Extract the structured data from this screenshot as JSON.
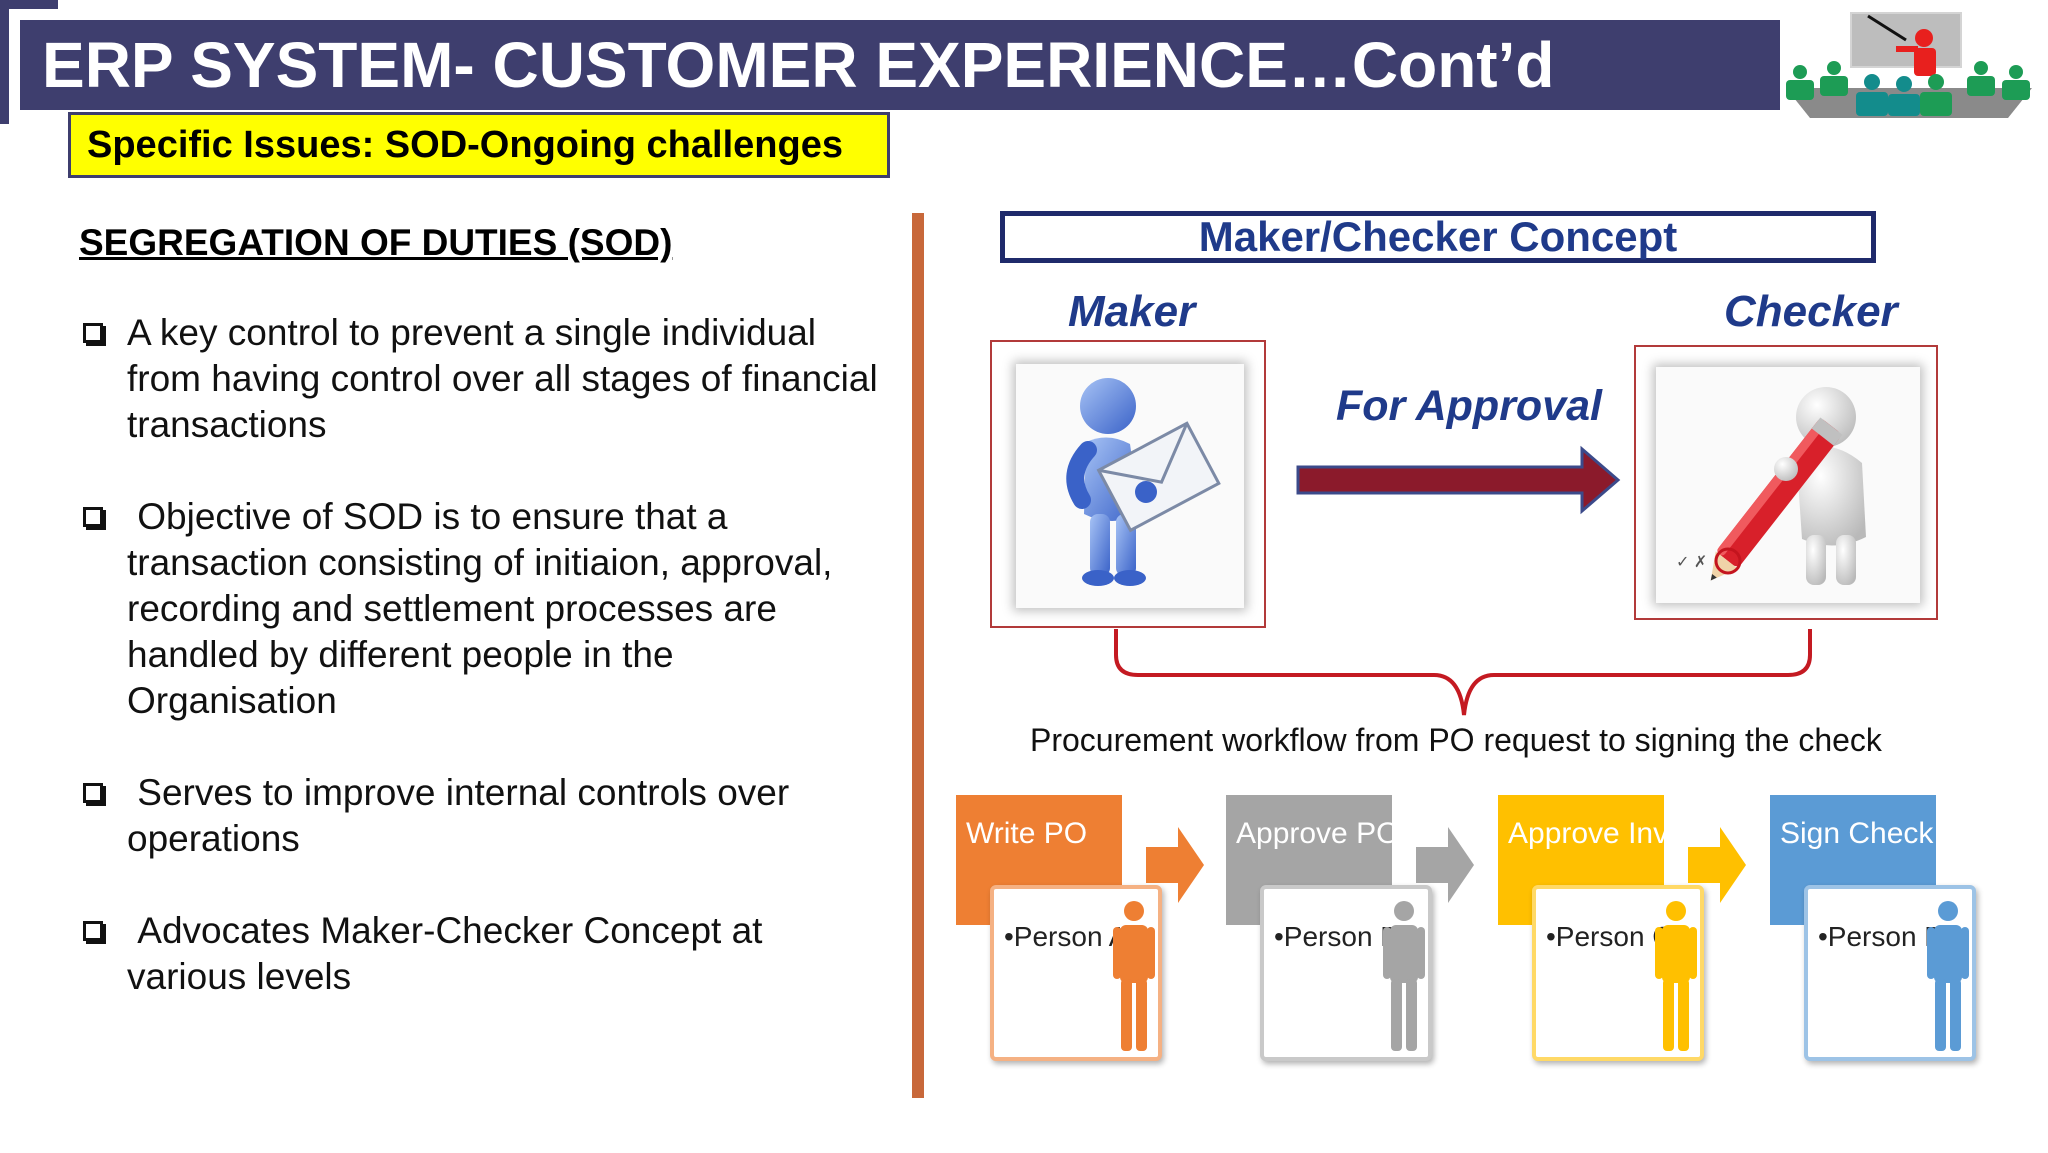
{
  "header": {
    "title": "ERP SYSTEM- CUSTOMER EXPERIENCE…Cont’d",
    "subtitle": "Specific Issues: SOD-Ongoing challenges",
    "colors": {
      "title_bar": "#3e3e6e",
      "subtitle_bg": "#ffff00"
    },
    "icon": "presentation-meeting-icon"
  },
  "left": {
    "heading": "SEGREGATION OF DUTIES (SOD)",
    "bullets": [
      "A key control to prevent a single individual from having control over all stages of financial transactions",
      " Objective of SOD is to ensure that a transaction consisting of initiaion, approval, recording and settlement processes are handled by different people in the Organisation",
      " Serves to improve internal controls over operations",
      " Advocates Maker-Checker Concept at various levels"
    ]
  },
  "right": {
    "concept_title": "Maker/Checker Concept",
    "maker_label": "Maker",
    "checker_label": "Checker",
    "approval_label": "For Approval",
    "maker_icon": "person-with-envelope-icon",
    "checker_icon": "person-with-pencil-icon",
    "workflow_caption": "Procurement workflow from PO request to signing the check",
    "steps": [
      {
        "title": "Write PO",
        "person": "•Person A",
        "color": "#ee7f33"
      },
      {
        "title": "Approve PO",
        "person": "•Person B",
        "color": "#a5a5a5"
      },
      {
        "title": "Approve Invoice",
        "person": "•Person C",
        "color": "#ffc000"
      },
      {
        "title": "Sign Check",
        "person": "•Person D",
        "color": "#5b9bd5"
      }
    ]
  }
}
